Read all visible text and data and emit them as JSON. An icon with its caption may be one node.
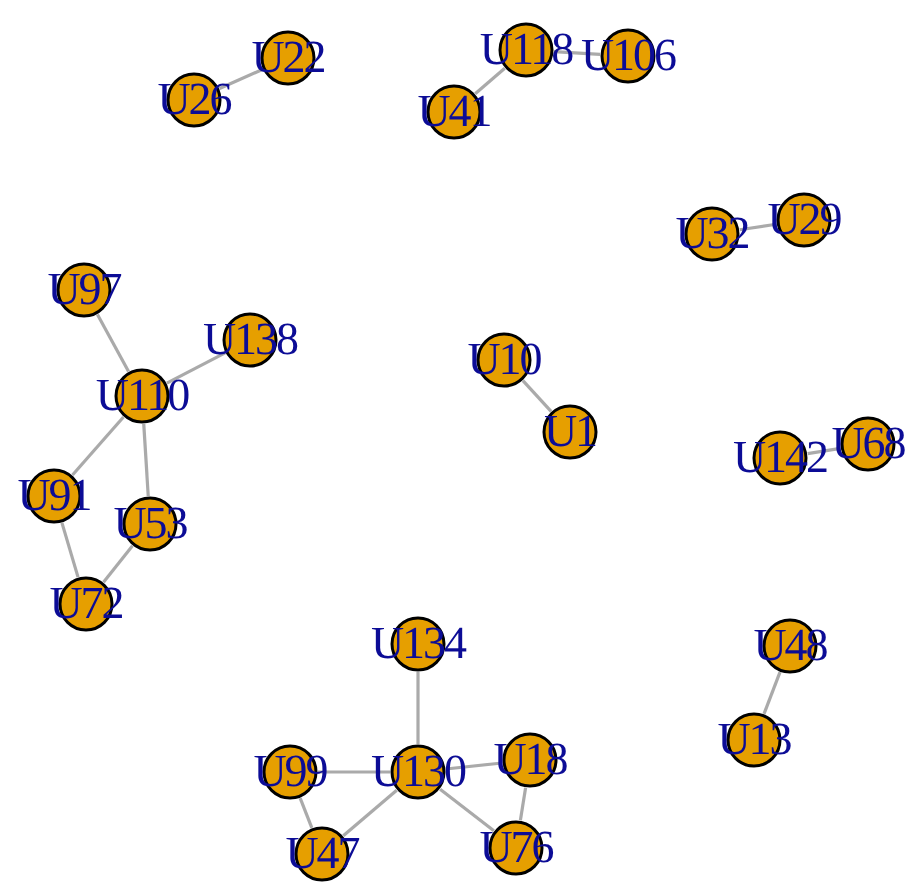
{
  "diagram": {
    "nodes": [
      {
        "text": [
          "U22"
        ]
      },
      {
        "text": [
          "U26"
        ]
      },
      {
        "text": [
          "U118"
        ]
      },
      {
        "text": [
          "U106"
        ]
      },
      {
        "text": [
          "U41"
        ]
      },
      {
        "text": [
          "U32"
        ]
      },
      {
        "text": [
          "U29"
        ]
      },
      {
        "text": [
          "U97"
        ]
      },
      {
        "text": [
          "U138"
        ]
      },
      {
        "text": [
          "U110"
        ]
      },
      {
        "text": [
          "U10"
        ]
      },
      {
        "text": [
          "U1"
        ]
      },
      {
        "text": [
          "U142"
        ]
      },
      {
        "text": [
          "U68"
        ]
      },
      {
        "text": [
          "U91"
        ]
      },
      {
        "text": [
          "U53"
        ]
      },
      {
        "text": [
          "U72"
        ]
      },
      {
        "text": [
          "U134"
        ]
      },
      {
        "text": [
          "U48"
        ]
      },
      {
        "text": [
          "U99"
        ]
      },
      {
        "text": [
          "U130"
        ]
      },
      {
        "text": [
          "U18"
        ]
      },
      {
        "text": [
          "U13"
        ]
      },
      {
        "text": [
          "U47"
        ]
      },
      {
        "text": [
          "U76"
        ]
      }
    ],
    "edges": [
      {
        "from": 1,
        "to": 0,
        "arrow": "none"
      },
      {
        "from": 4,
        "to": 2,
        "arrow": "none"
      },
      {
        "from": 2,
        "to": 3,
        "arrow": "none"
      },
      {
        "from": 5,
        "to": 6,
        "arrow": "none"
      },
      {
        "from": 10,
        "to": 11,
        "arrow": "none"
      },
      {
        "from": 12,
        "to": 13,
        "arrow": "none"
      },
      {
        "from": 7,
        "to": 9,
        "arrow": "none"
      },
      {
        "from": 9,
        "to": 8,
        "arrow": "none"
      },
      {
        "from": 9,
        "to": 14,
        "arrow": "none"
      },
      {
        "from": 9,
        "to": 15,
        "arrow": "none"
      },
      {
        "from": 14,
        "to": 16,
        "arrow": "none"
      },
      {
        "from": 15,
        "to": 16,
        "arrow": "none"
      },
      {
        "from": 17,
        "to": 20,
        "arrow": "none"
      },
      {
        "from": 19,
        "to": 20,
        "arrow": "none"
      },
      {
        "from": 20,
        "to": 21,
        "arrow": "none"
      },
      {
        "from": 19,
        "to": 23,
        "arrow": "none"
      },
      {
        "from": 20,
        "to": 23,
        "arrow": "none"
      },
      {
        "from": 20,
        "to": 24,
        "arrow": "none"
      },
      {
        "from": 21,
        "to": 24,
        "arrow": "none"
      },
      {
        "from": 18,
        "to": 22,
        "arrow": "none"
      }
    ]
  }
}
